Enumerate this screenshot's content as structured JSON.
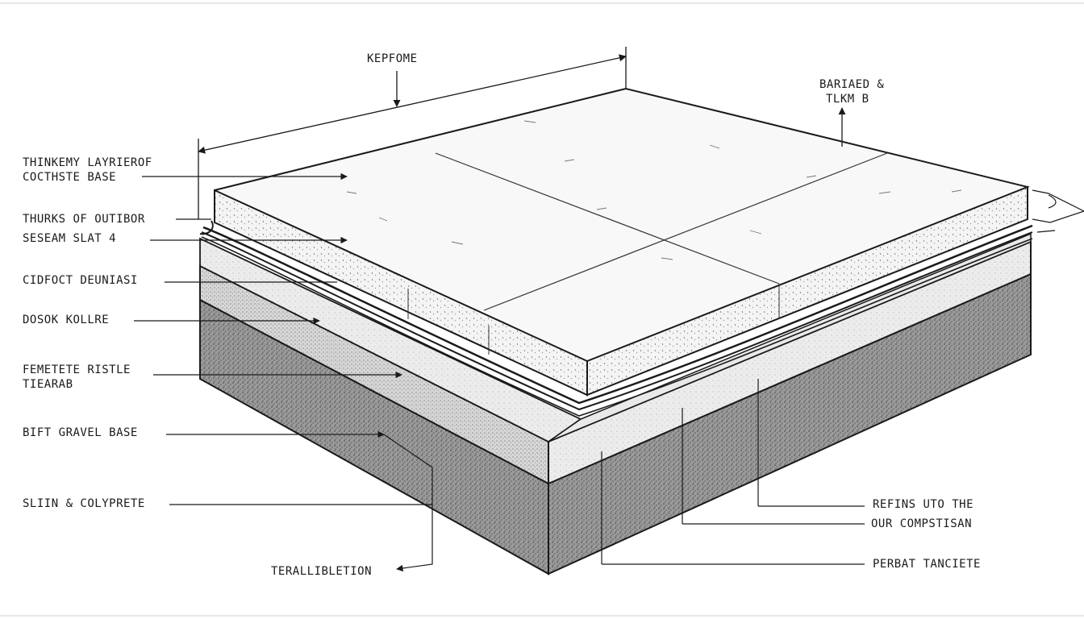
{
  "diagram": {
    "top_label": "KEPFOME",
    "top_right_label": [
      "BARIAED &",
      "TLKM B"
    ],
    "left_labels": [
      [
        "THINKEMY LAYRIEROF",
        "COCTHSTE BASE"
      ],
      [
        "THURKS OF OUTIBOR"
      ],
      [
        "SESEAM SLAT 4"
      ],
      [
        "CIDFOCT DEUNIASI"
      ],
      [
        "DOSOK KOLLRE"
      ],
      [
        "FEMETETE RISTLE",
        "TIEARAB"
      ],
      [
        "BIFT GRAVEL BASE"
      ],
      [
        "SLIIN & COLYPRETE"
      ]
    ],
    "bottom_label": "TERALLIBLETION",
    "right_labels": [
      "REFINS UTO THE",
      "OUR COMPSTISAN",
      "PERBAT TANCIETE"
    ],
    "colors": {
      "ink": "#1a1a1a",
      "soil": "#8a8a8a",
      "gravel": "#c9c9c9",
      "sand": "#e4e4e4",
      "slab": "#f6f6f6"
    }
  }
}
